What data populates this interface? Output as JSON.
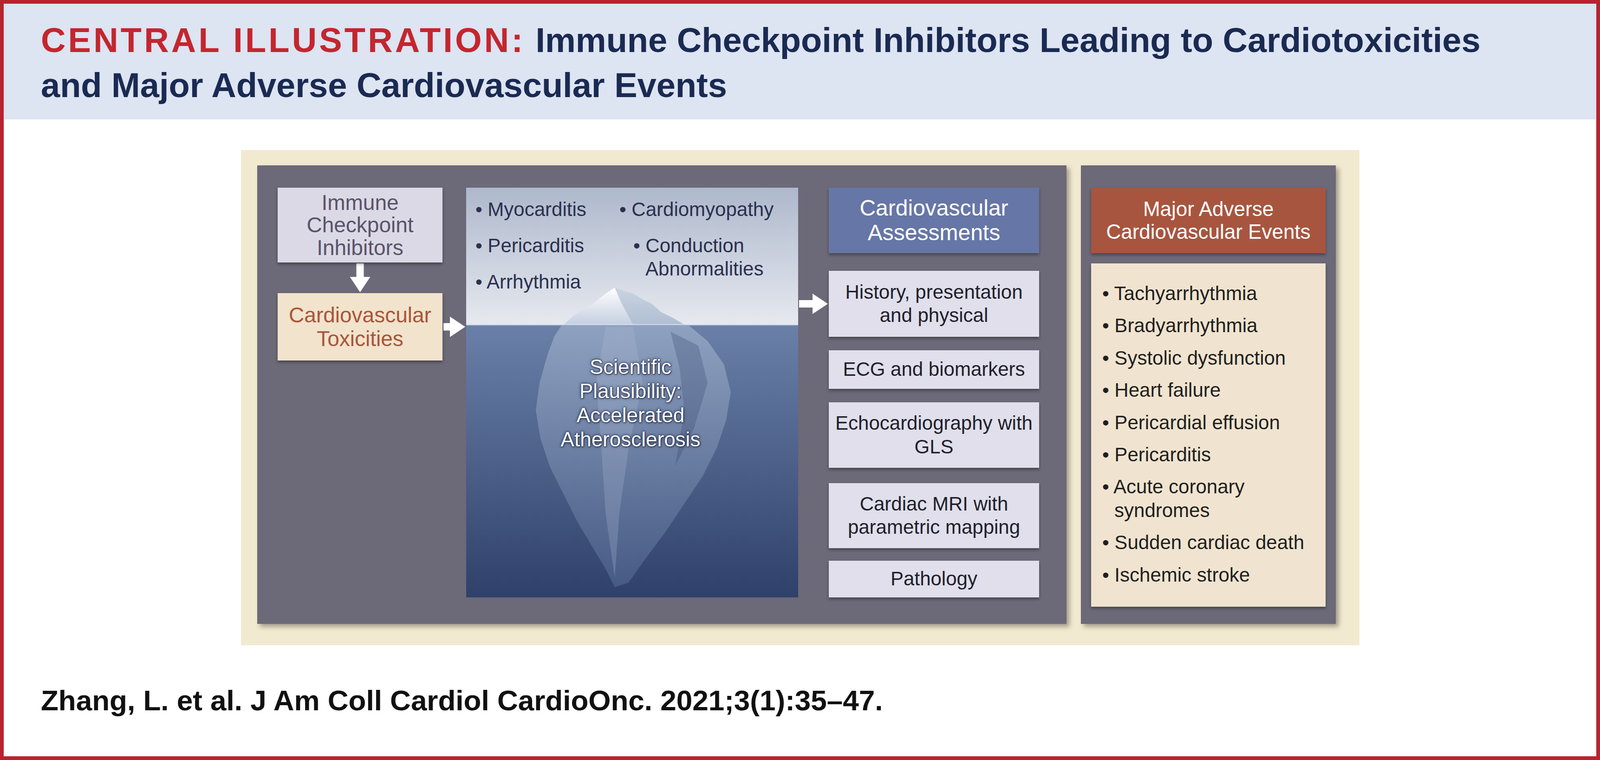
{
  "diagram": {
    "title": "Immune Checkpoint Inhibitors Leading to Cardiotoxicities and Major Adverse Cardiovascular Events",
    "caption": "Zhang, L. et al. J Am Coll Cardiol CardioOnc. 2021;3(1):35–47.",
    "nodes": [
      {
        "text": [
          "Immune Checkpoint Inhibitors"
        ]
      },
      {
        "text": [
          "Cardiovascular Toxicities"
        ]
      },
      {
        "text": [
          "• Myocarditis",
          "• Cardiomyopathy",
          "• Pericarditis",
          "• Conduction Abnormalities",
          "• Arrhythmia",
          "Scientific Plausibility: Accelerated Atherosclerosis"
        ]
      },
      {
        "text": [
          "Cardiovascular Assessments"
        ]
      },
      {
        "text": [
          "History, presentation and physical"
        ]
      },
      {
        "text": [
          "ECG and biomarkers"
        ]
      },
      {
        "text": [
          "Echocardiography with GLS"
        ]
      },
      {
        "text": [
          "Cardiac MRI with parametric mapping"
        ]
      },
      {
        "text": [
          "Pathology"
        ]
      },
      {
        "text": [
          "Major Adverse Cardiovascular Events"
        ]
      },
      {
        "text": [
          "• Tachyarrhythmia",
          "• Bradyarrhythmia",
          "• Systolic dysfunction",
          "• Heart failure",
          "• Pericardial effusion",
          "• Pericarditis",
          "• Acute coronary syndromes",
          "• Sudden cardiac death",
          "• Ischemic stroke"
        ]
      }
    ],
    "edges": [
      {
        "from": 0,
        "to": 1,
        "arrow": "to"
      },
      {
        "from": 1,
        "to": 2,
        "arrow": "to"
      },
      {
        "from": 2,
        "to": 4,
        "arrow": "to"
      }
    ],
    "labels": [
      "CENTRAL ILLUSTRATION:"
    ]
  }
}
